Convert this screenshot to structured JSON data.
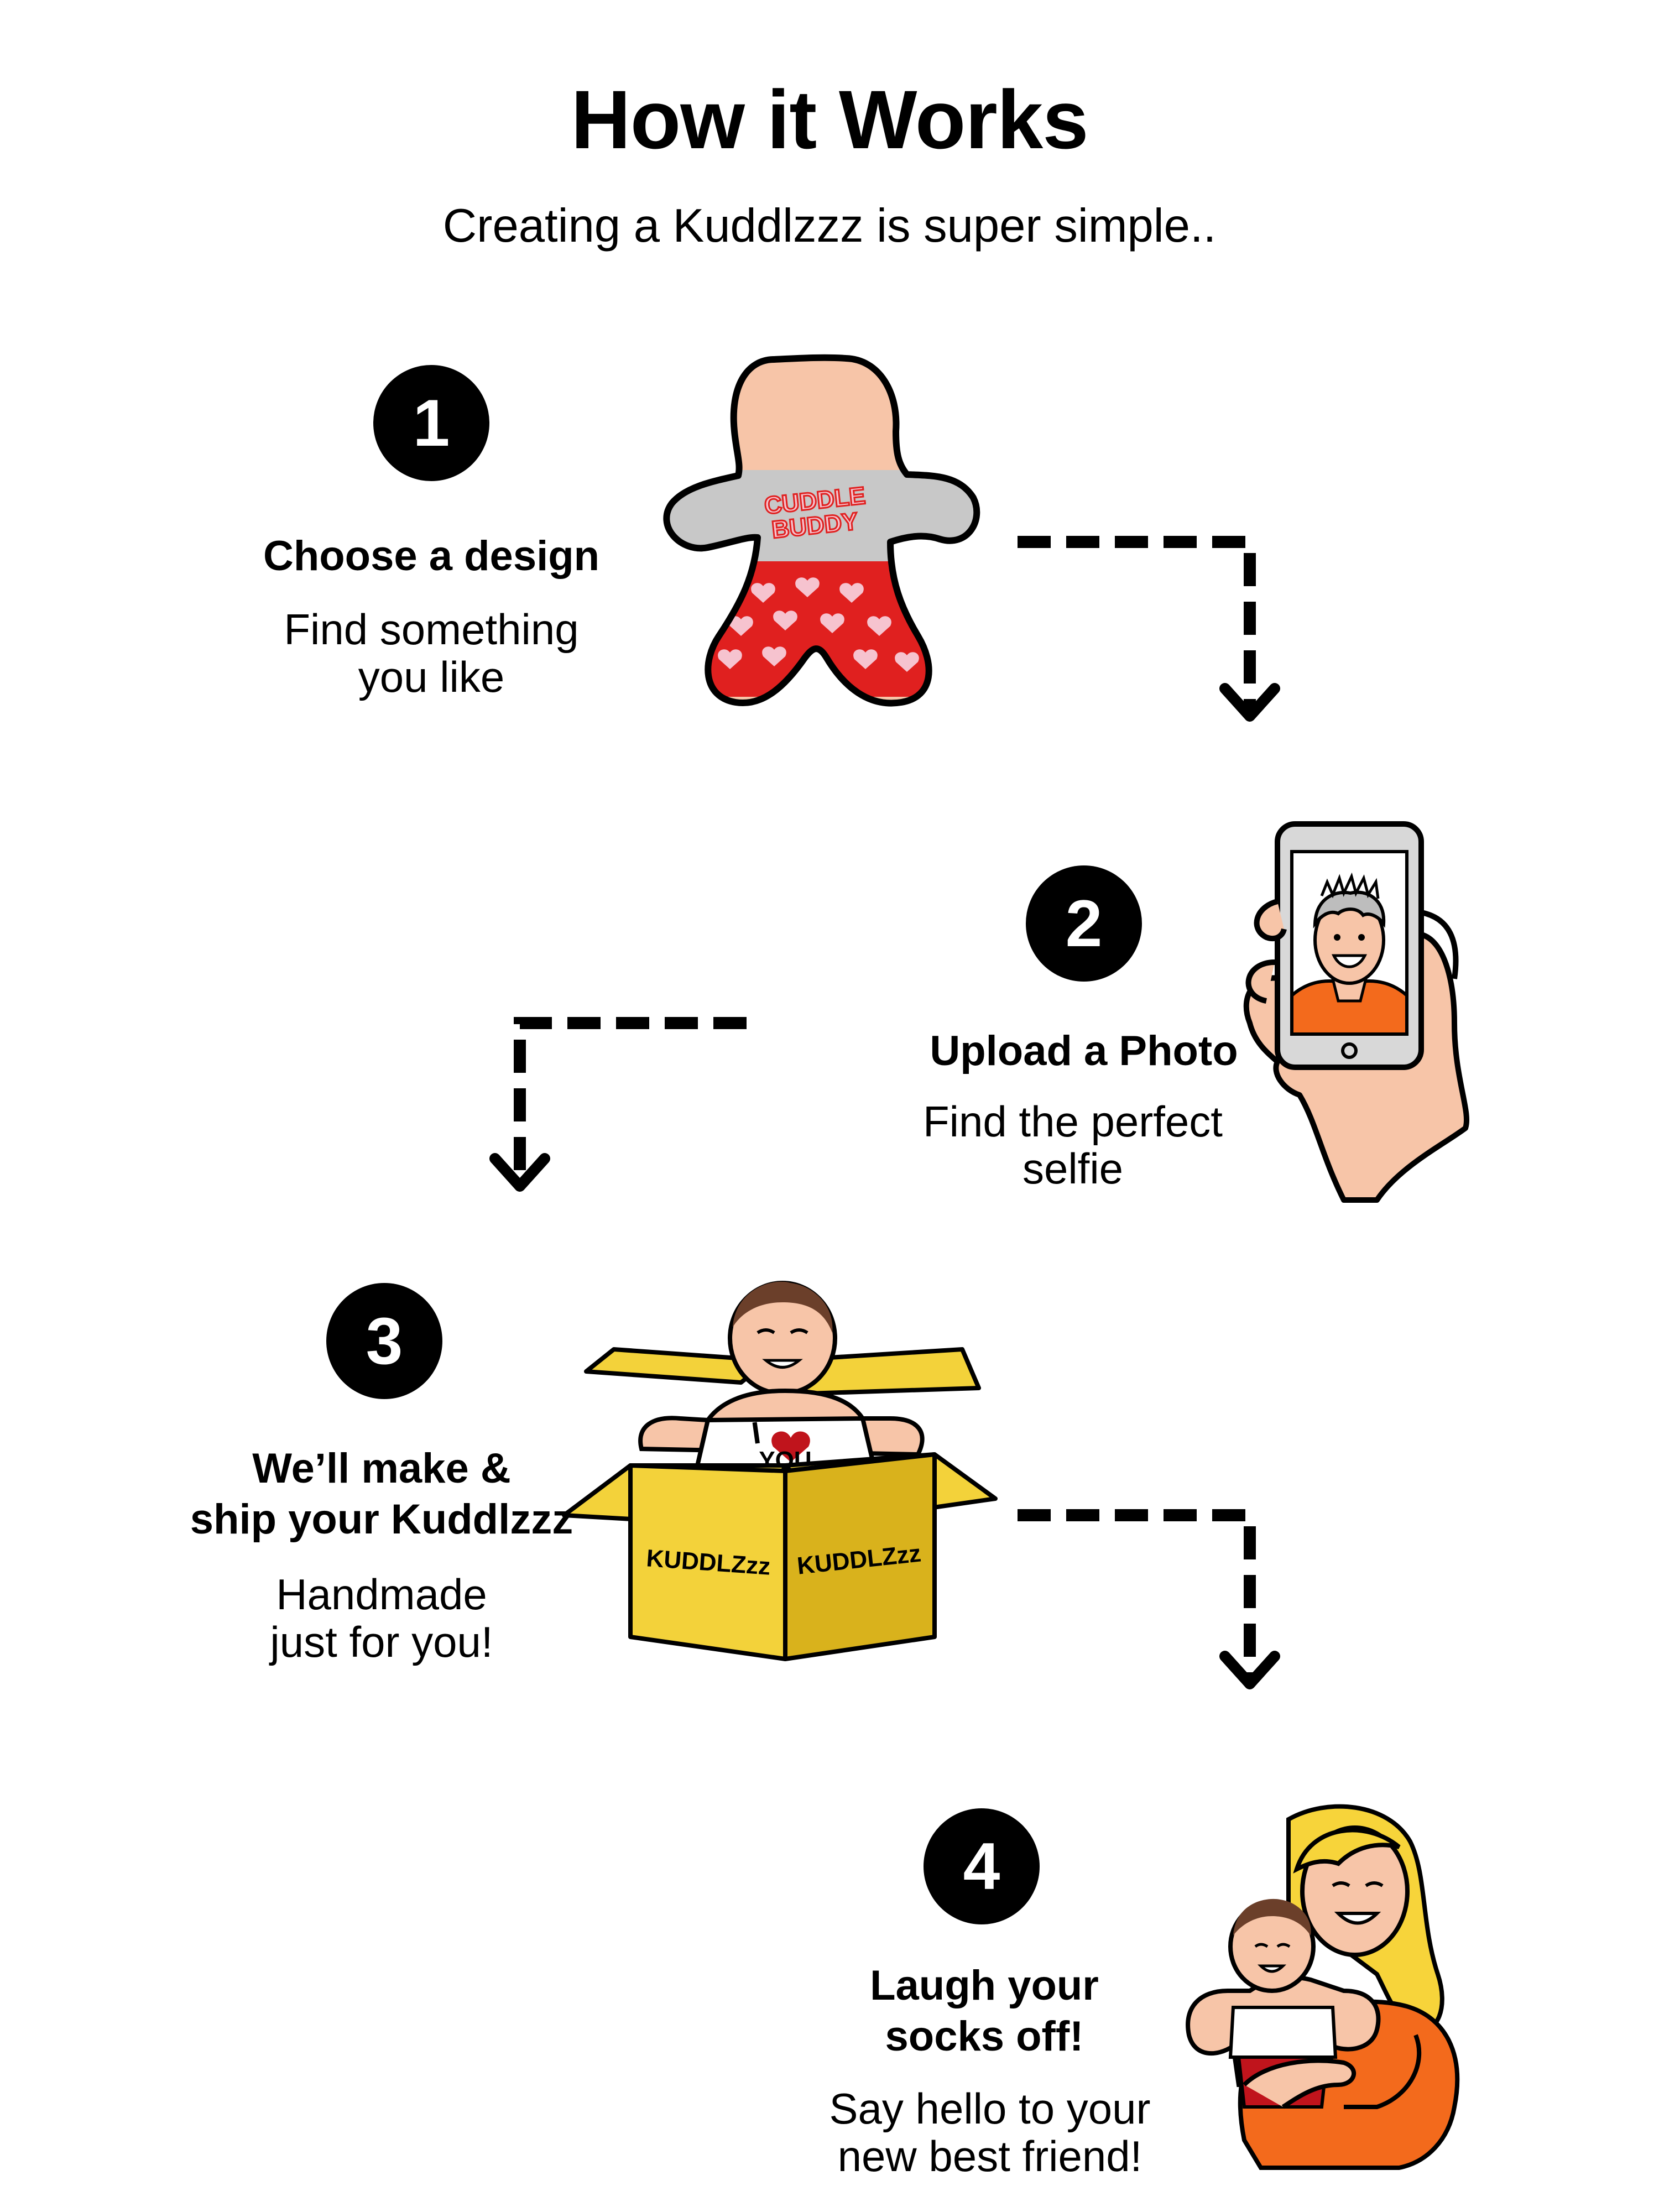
{
  "header": {
    "title": "How it Works",
    "subtitle": "Creating a Kuddlzzz is super simple.."
  },
  "steps": [
    {
      "number": "1",
      "heading": "Choose a design",
      "description_line1": "Find something",
      "description_line2": "you like",
      "illustration": "cuddle-buddy-doll"
    },
    {
      "number": "2",
      "heading": "Upload a Photo",
      "description_line1": "Find the perfect",
      "description_line2": "selfie",
      "illustration": "hand-holding-phone"
    },
    {
      "number": "3",
      "heading_line1": "We’ll make &",
      "heading_line2": "ship your Kuddlzzz",
      "description_line1": "Handmade",
      "description_line2": "just for you!",
      "illustration": "doll-in-box"
    },
    {
      "number": "4",
      "heading_line1": "Laugh your",
      "heading_line2": "socks off!",
      "description_line1": "Say hello  to your",
      "description_line2": "new best friend!",
      "illustration": "woman-hugging-doll"
    }
  ],
  "illustration_text": {
    "shirt_line1": "CUDDLE",
    "shirt_line2": "BUDDY",
    "box_brand": "KUDDLZzz",
    "shirt_love_i": "I",
    "shirt_love_you": "YOU"
  },
  "colors": {
    "skin": "#f7c5a8",
    "shirt_grey": "#c8c8c8",
    "shorts_red": "#e0201f",
    "heart_pink": "#f6c3cf",
    "box_yellow": "#f3d23a",
    "box_dark_yellow": "#d9b21c",
    "phone_grey": "#d8d8d8",
    "orange": "#f36a1c",
    "hair_blonde": "#f7d43a"
  }
}
